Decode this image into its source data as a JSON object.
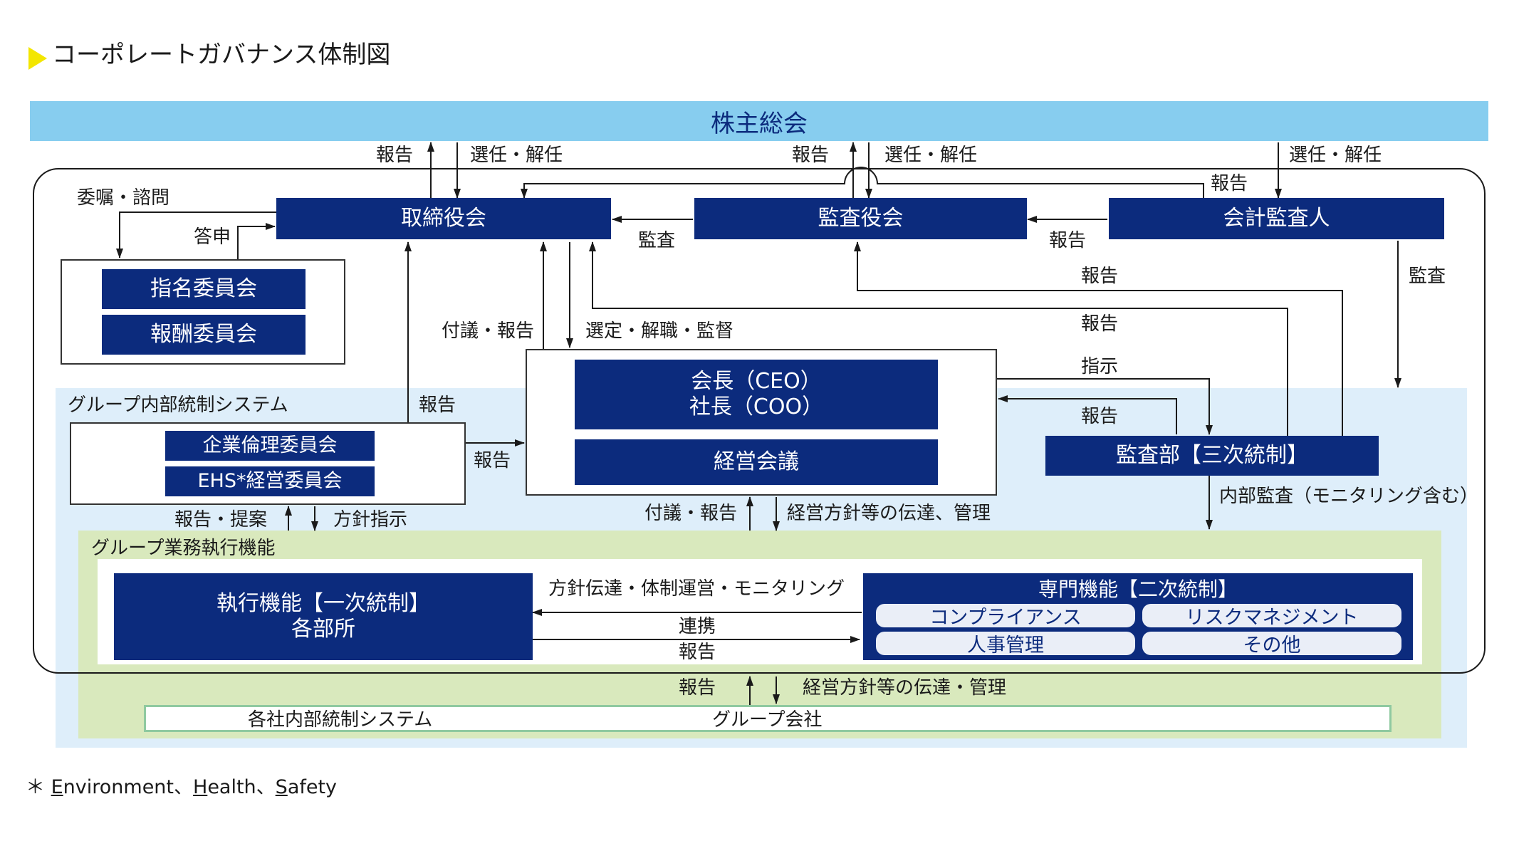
{
  "title": "コーポレートガバナンス体制図",
  "shareholders": "株主総会",
  "board": "取締役会",
  "audit_board": "監査役会",
  "accounting_auditor": "会計監査人",
  "nomination_committee": "指名委員会",
  "remuneration_committee": "報酬委員会",
  "ceo_line1": "会長（CEO）",
  "ceo_line2": "社長（COO）",
  "management_meeting": "経営会議",
  "internal_control_system": "グループ内部統制システム",
  "ethics_committee": "企業倫理委員会",
  "ehs_committee": "EHS*経営委員会",
  "audit_dept": "監査部【三次統制】",
  "business_execution": "グループ業務執行機能",
  "execution_line1": "執行機能【一次統制】",
  "execution_line2": "各部所",
  "specialist_title": "専門機能【二次統制】",
  "specialist_items": [
    "コンプライアンス",
    "リスクマネジメント",
    "人事管理",
    "その他"
  ],
  "group_system": "各社内部統制システム",
  "group_companies": "グループ会社",
  "labels": {
    "report": "報告",
    "appoint_dismiss": "選任・解任",
    "entrust_consult": "委嘱・諮問",
    "answer": "答申",
    "audit": "監査",
    "propose_report": "付議・報告",
    "select_dismiss_supervise": "選定・解職・監督",
    "instruct": "指示",
    "report_propose": "報告・提案",
    "policy_instruct": "方針指示",
    "policy_communicate_manage": "経営方針等の伝達、管理",
    "internal_audit": "内部監査（モニタリング含む）",
    "policy_monitoring": "方針伝達・体制運営・モニタリング",
    "cooperation": "連携",
    "group_policy": "経営方針等の伝達・管理"
  },
  "footnote": {
    "mark": "＊",
    "e": "E",
    "e_rest": "nvironment、",
    "h": "H",
    "h_rest": "ealth、",
    "s": "S",
    "s_rest": "afety"
  },
  "colors": {
    "navy": "#0c2b7d",
    "sky_band": "#87cdef",
    "light_blue_area": "#deeefa",
    "light_green_area": "#d9e9bd",
    "yellow_marker": "#f3e600",
    "group_border": "#8fc9a0"
  }
}
